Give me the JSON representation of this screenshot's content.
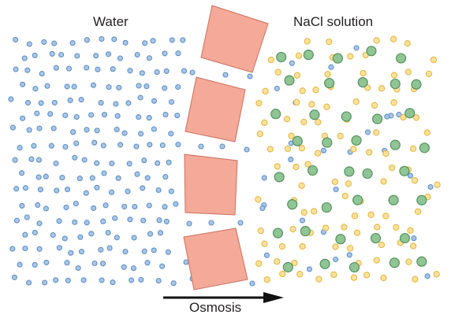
{
  "labels": {
    "left_compartment": "Water",
    "right_compartment": "NaCl solution",
    "process": "Osmosis"
  },
  "legend_colors": {
    "water_molecule": "#a9c7e8",
    "water_molecule_stroke": "#5f8fc4",
    "sodium_ion": "#ffe29a",
    "sodium_ion_stroke": "#e2b84a",
    "chloride_ion": "#8fc494",
    "chloride_ion_stroke": "#4d8b57",
    "membrane": "#f5a998",
    "membrane_stroke": "#c97260",
    "arrow": "#111111"
  },
  "icons": {
    "membrane": "semipermeable-membrane-block",
    "arrow": "right-arrow-icon"
  }
}
